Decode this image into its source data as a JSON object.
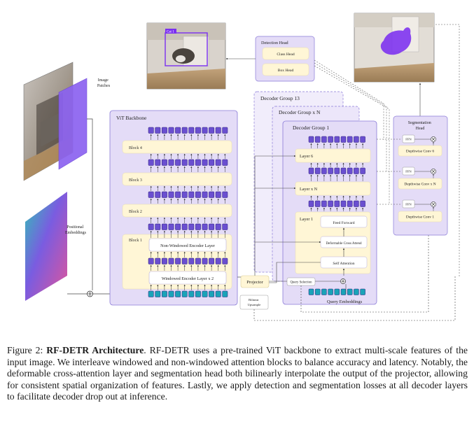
{
  "diagram": {
    "image_patches_label": [
      "Image",
      "Patches"
    ],
    "positional_label": [
      "Positional",
      "Embeddings"
    ],
    "vit": {
      "title": "ViT Backbone",
      "blocks": [
        "Block 4",
        "Block 3",
        "Block 2",
        "Block 1"
      ],
      "non_windowed": "Non-Windowed Encoder Layer",
      "windowed": "Windowed Encoder Layer x 2"
    },
    "projector": "Projector",
    "bilinear": [
      "Bilinear",
      "Upsample"
    ],
    "query_selection": "Query Selection",
    "query_embeddings": "Query Embeddings",
    "decoder_groups": [
      "Decoder Group 13",
      "Decoder Group x N",
      "Decoder Group 1"
    ],
    "layers": [
      "Layer 6",
      "Layer x N",
      "Layer 1"
    ],
    "layer1_blocks": [
      "Feed Forward",
      "Deformable Cross Attend",
      "Self Attention"
    ],
    "detection_head": {
      "title": "Detection Head",
      "items": [
        "Class Head",
        "Box Head"
      ]
    },
    "segmentation_head": {
      "title": [
        "Segmentation",
        "Head"
      ],
      "ffn": "FFN",
      "convs": [
        "Depthwise Conv 6",
        "Depthwise Conv x N",
        "Depthwise Conv 1"
      ]
    },
    "detection_label": "Cat 1",
    "colors": {
      "purple_fill": "#e0d8f5",
      "purple_stroke": "#8b7bd8",
      "token": "#6a4fd0",
      "query_token": "#1aa3b8",
      "cream": "#fff6d6",
      "mask": "#7b2ff0"
    }
  },
  "caption": {
    "prefix": "Figure 2: ",
    "title": "RF-DETR Architecture",
    "body": ". RF-DETR uses a pre-trained ViT backbone to extract multi-scale features of the input image. We interleave windowed and non-windowed attention blocks to balance accuracy and latency. Notably, the deformable cross-attention layer and segmentation head both bilinearly interpolate the output of the projector, allowing for consistent spatial organization of features. Lastly, we apply detection and segmentation losses at all decoder layers to facilitate decoder drop out at inference."
  }
}
